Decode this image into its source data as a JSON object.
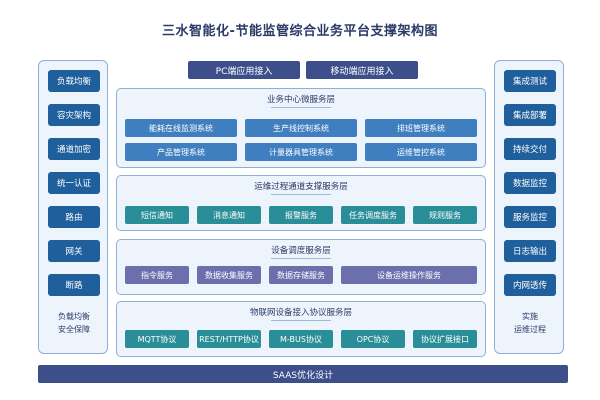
{
  "title": "三水智能化-节能监管综合业务平台支撑架构图",
  "access": {
    "pc": "PC端应用接入",
    "mobile": "移动端应用接入"
  },
  "left": {
    "items": [
      "负载均衡",
      "容灾架构",
      "通道加密",
      "统一认证",
      "路由",
      "网关",
      "断路"
    ],
    "caption_line1": "负载均衡",
    "caption_line2": "安全保障"
  },
  "right": {
    "items": [
      "集成测试",
      "集成部署",
      "持续交付",
      "数据监控",
      "服务监控",
      "日志输出",
      "内网透传"
    ],
    "caption_line1": "实施",
    "caption_line2": "运维过程"
  },
  "layers": {
    "business": {
      "title": "业务中心微服务层",
      "row1": [
        "能耗在线监测系统",
        "生产线控制系统",
        "排班管理系统"
      ],
      "row2": [
        "产品管理系统",
        "计量器具管理系统",
        "运维管控系统"
      ]
    },
    "ops": {
      "title": "运维过程通道支撑服务层",
      "items": [
        "短信通知",
        "消息通知",
        "报警服务",
        "任务调度服务",
        "规则服务"
      ]
    },
    "scheduling": {
      "title": "设备调度服务层",
      "items": [
        "指令服务",
        "数据收集服务",
        "数据存储服务",
        "设备运维操作服务"
      ]
    },
    "iot": {
      "title": "物联网设备接入协议服务层",
      "items": [
        "MQTT协议",
        "REST/HTTP协议",
        "M-BUS协议",
        "OPC协议",
        "协议扩展接口"
      ]
    }
  },
  "bottom": "SAAS优化设计",
  "colors": {
    "navy": "#3d4f8b",
    "side_button": "#1f5f9b",
    "business_cell": "#3f7fbf",
    "ops_cell": "#2a8e98",
    "scheduling_cell": "#6b70ad",
    "iot_cell": "#2a8e98",
    "panel_bg": "#eef4fb",
    "panel_border": "#8fb0d6"
  }
}
